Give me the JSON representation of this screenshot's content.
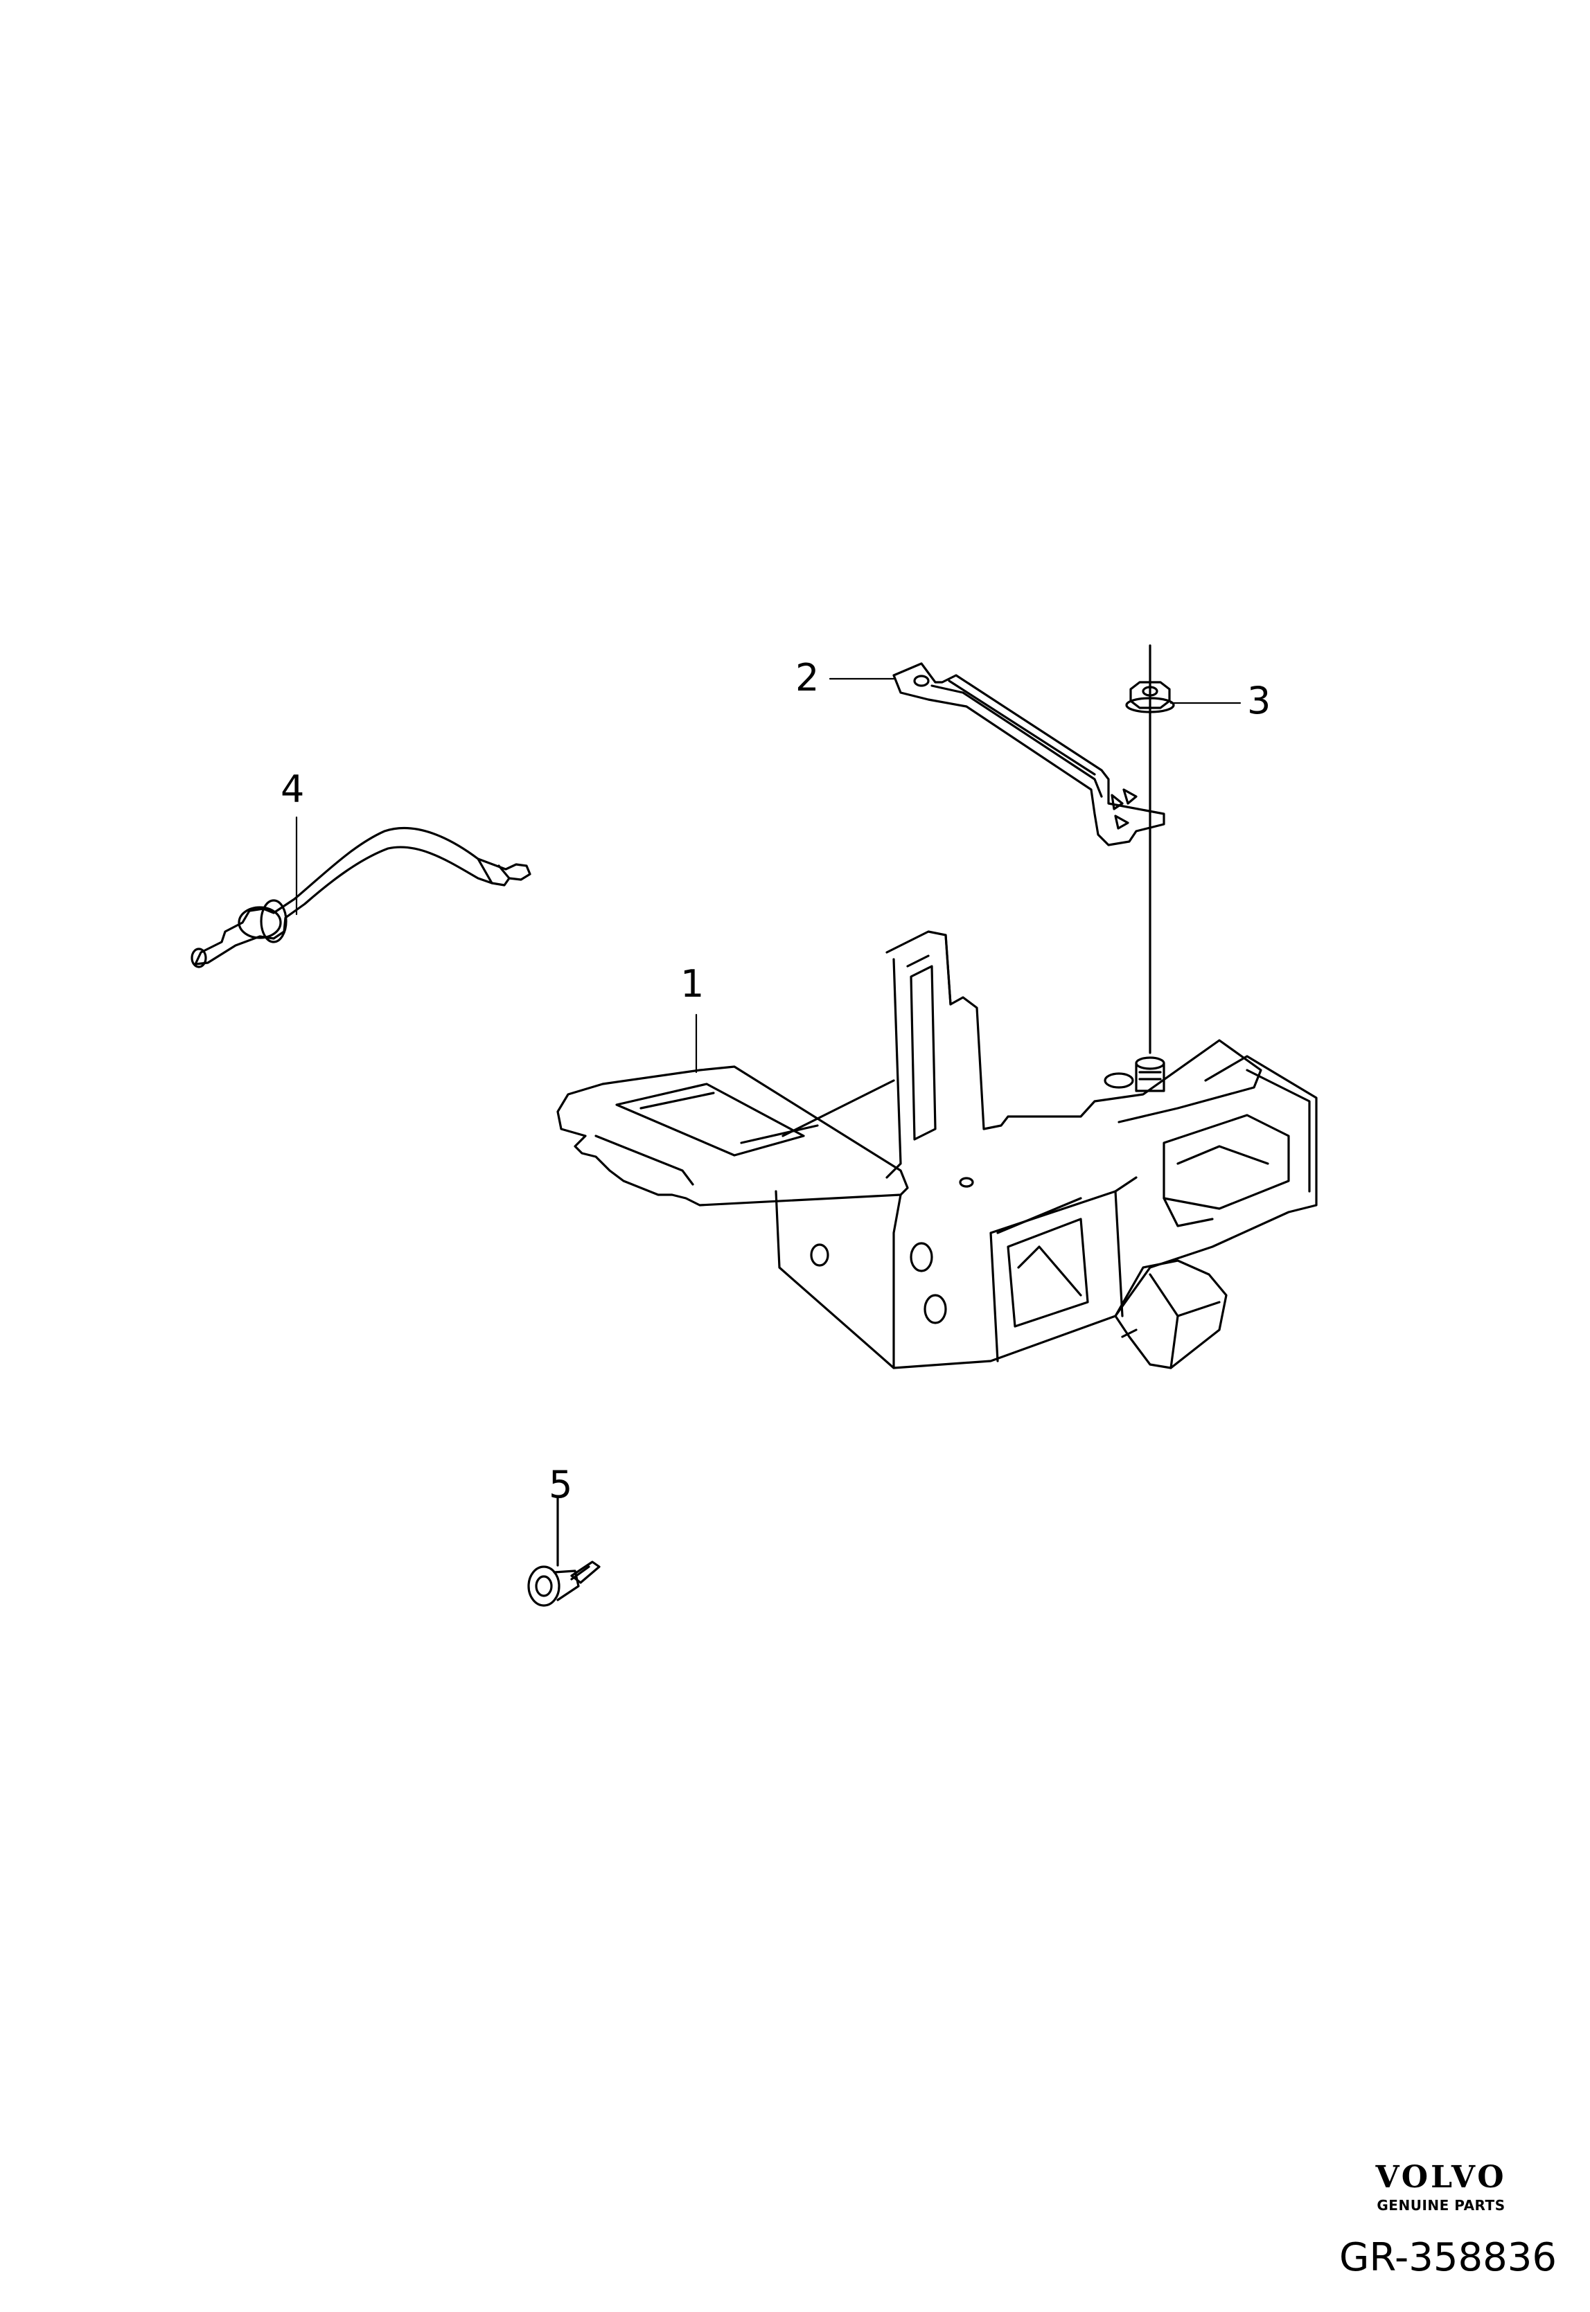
{
  "callouts": [
    {
      "id": "1",
      "label": "1"
    },
    {
      "id": "2",
      "label": "2"
    },
    {
      "id": "3",
      "label": "3"
    },
    {
      "id": "4",
      "label": "4"
    },
    {
      "id": "5",
      "label": "5"
    }
  ],
  "brand": {
    "name": "VOLVO",
    "tagline": "GENUINE PARTS"
  },
  "reference": "GR-358836"
}
